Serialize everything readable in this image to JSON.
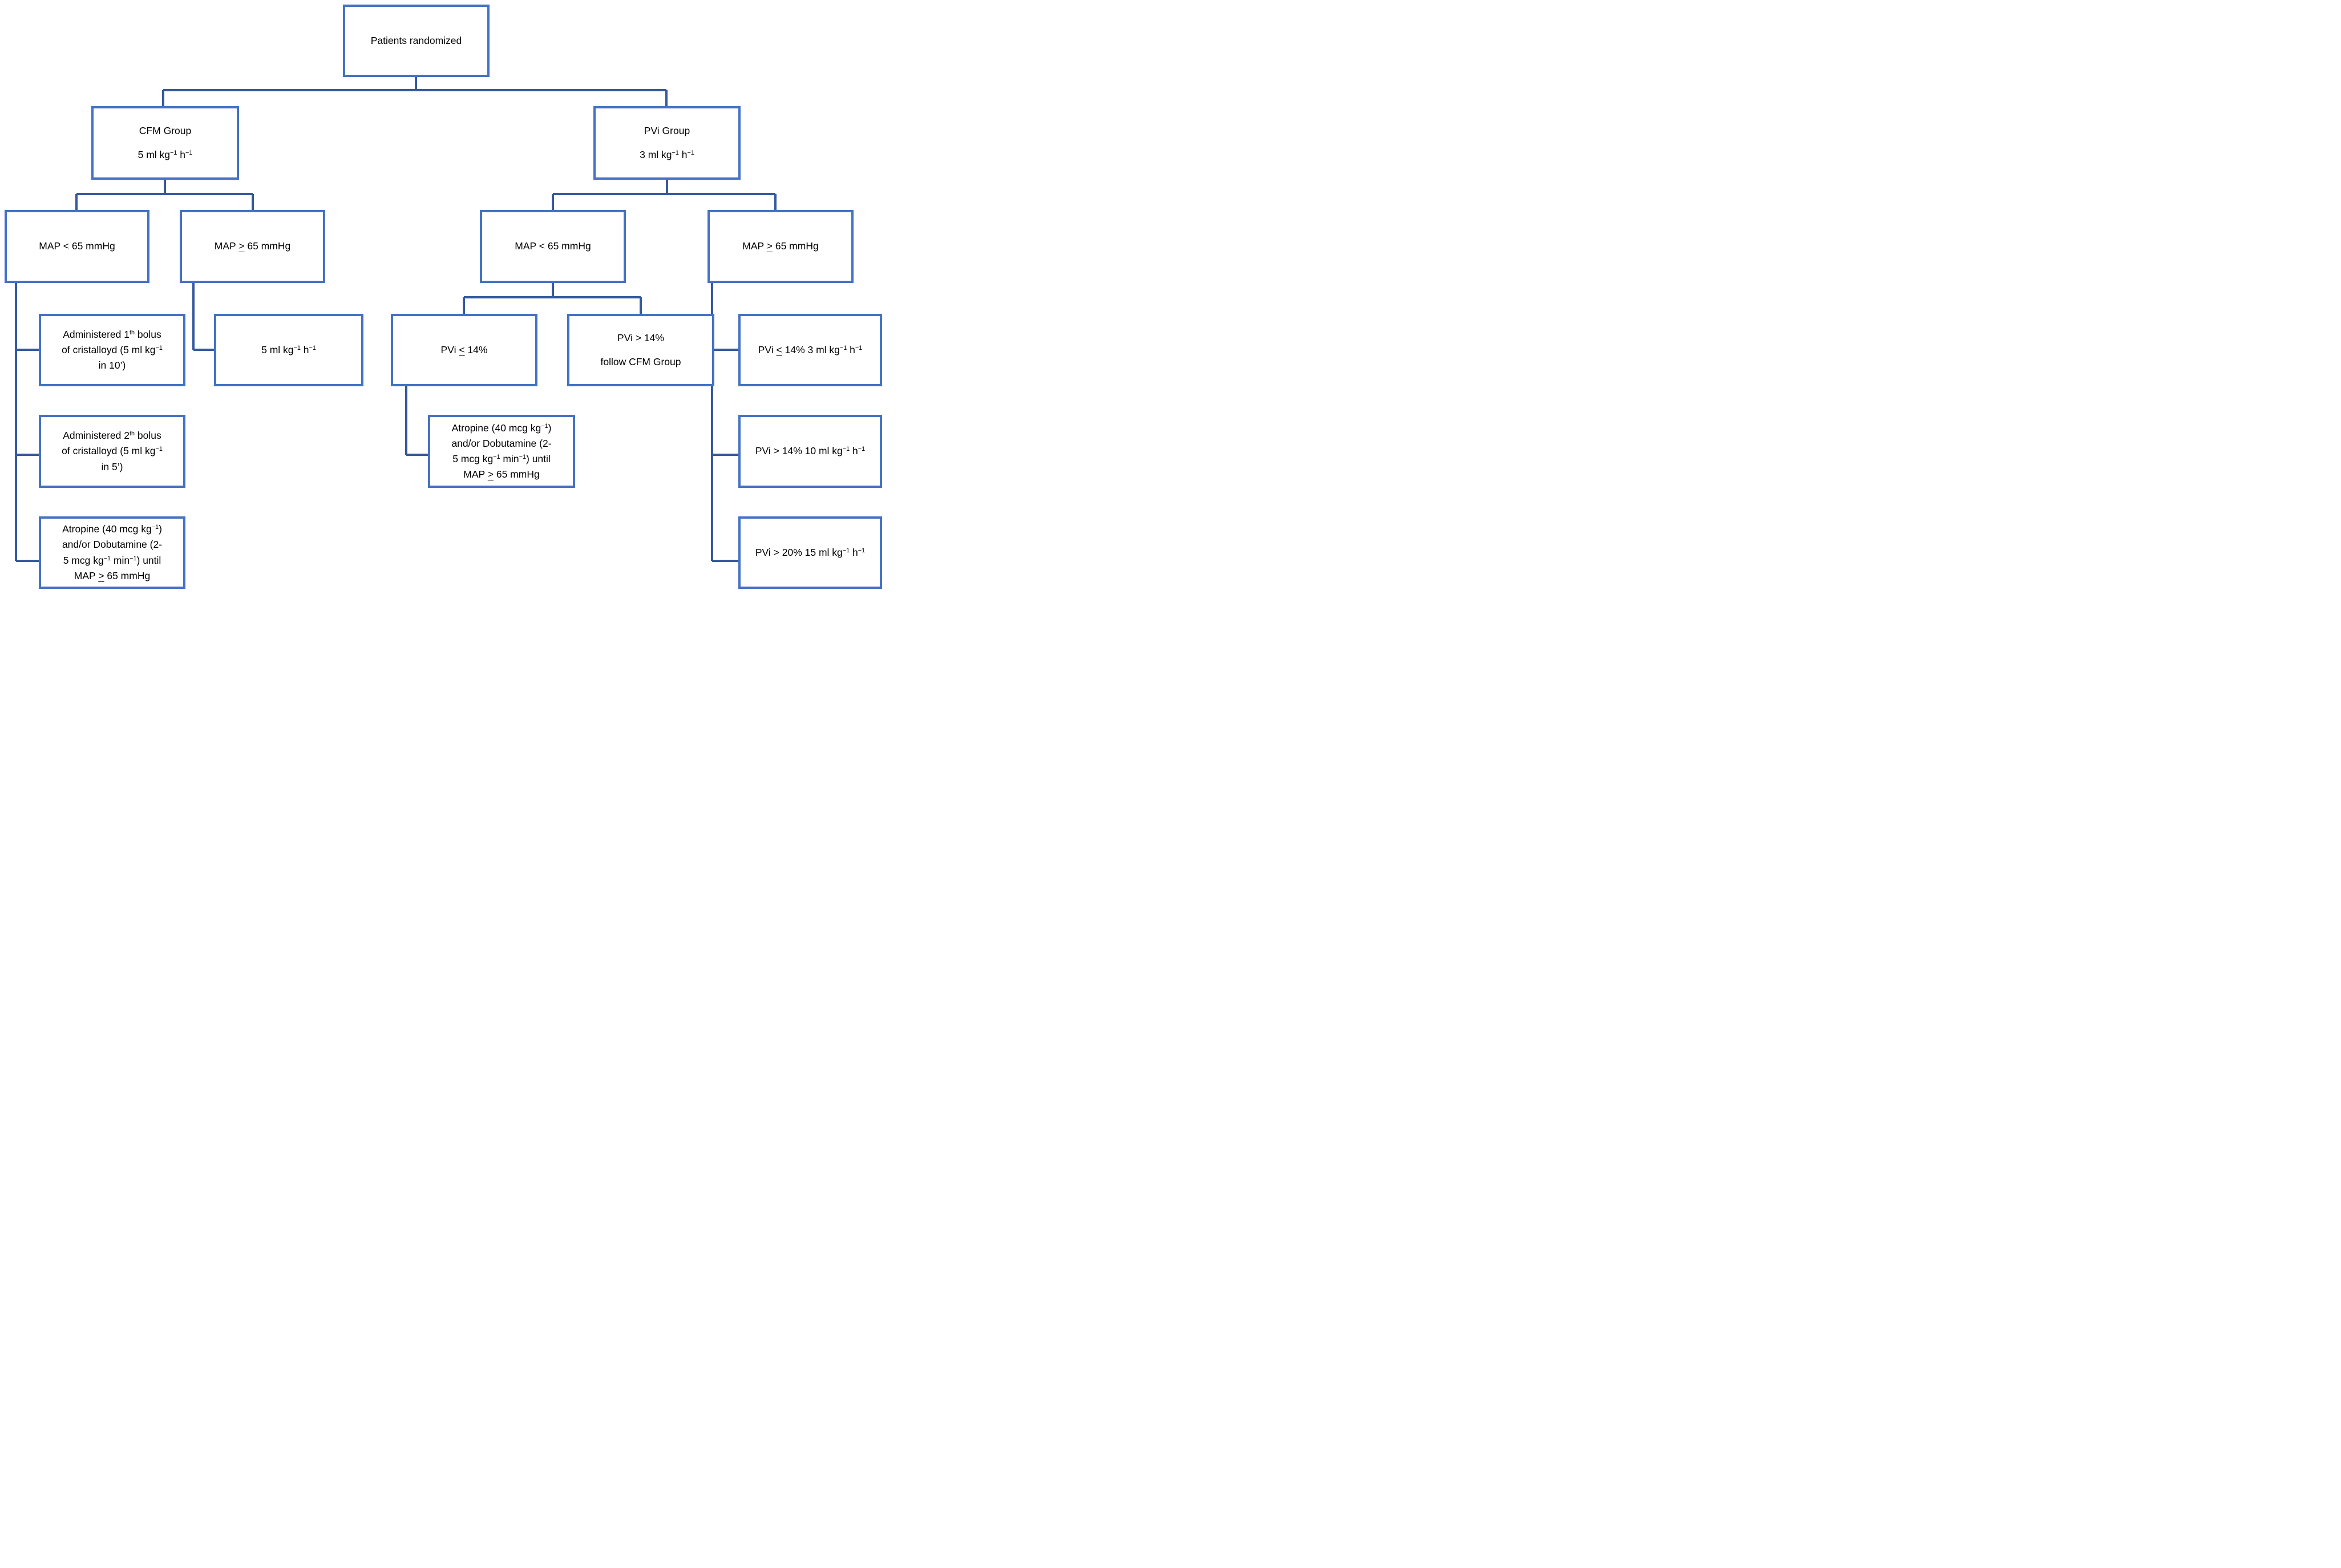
{
  "colors": {
    "box_border": "#4472c4",
    "connector": "#35599e",
    "text": "#000000",
    "background": "#ffffff"
  },
  "nodes": [
    {
      "id": "patients-randomized",
      "lines": [
        [
          {
            "t": "Patients randomized"
          }
        ]
      ]
    },
    {
      "id": "cfm-group",
      "spread": true,
      "lines": [
        [
          {
            "t": "CFM Group"
          }
        ],
        [
          {
            "t": "5 ml kg"
          },
          {
            "t": "−1",
            "sup": true
          },
          {
            "t": " h"
          },
          {
            "t": "−1",
            "sup": true
          }
        ]
      ]
    },
    {
      "id": "pvi-group",
      "spread": true,
      "lines": [
        [
          {
            "t": "PVi Group"
          }
        ],
        [
          {
            "t": "3 ml kg"
          },
          {
            "t": "−1",
            "sup": true
          },
          {
            "t": " h"
          },
          {
            "t": "−1",
            "sup": true
          }
        ]
      ]
    },
    {
      "id": "cfm-map-below-65",
      "lines": [
        [
          {
            "t": "MAP < 65 mmHg"
          }
        ]
      ]
    },
    {
      "id": "cfm-map-above-65",
      "lines": [
        [
          {
            "t": "MAP "
          },
          {
            "t": ">",
            "u": true
          },
          {
            "t": " 65 mmHg"
          }
        ]
      ]
    },
    {
      "id": "first-bolus",
      "lines": [
        [
          {
            "t": "Administered 1"
          },
          {
            "t": "th",
            "sup": true
          },
          {
            "t": " bolus"
          }
        ],
        [
          {
            "t": "of cristalloyd (5 ml kg"
          },
          {
            "t": "−1",
            "sup": true
          }
        ],
        [
          {
            "t": "in 10’)"
          }
        ]
      ]
    },
    {
      "id": "maintain-5ml",
      "lines": [
        [
          {
            "t": "5 ml kg"
          },
          {
            "t": "−1",
            "sup": true
          },
          {
            "t": " h"
          },
          {
            "t": "−1",
            "sup": true
          }
        ]
      ]
    },
    {
      "id": "second-bolus",
      "lines": [
        [
          {
            "t": "Administered 2"
          },
          {
            "t": "th",
            "sup": true
          },
          {
            "t": " bolus"
          }
        ],
        [
          {
            "t": "of cristalloyd (5 ml kg"
          },
          {
            "t": "−1",
            "sup": true
          }
        ],
        [
          {
            "t": "in 5’)"
          }
        ]
      ]
    },
    {
      "id": "atropine-cfm",
      "lines": [
        [
          {
            "t": "Atropine (40 mcg kg"
          },
          {
            "t": "−1",
            "sup": true
          },
          {
            "t": ")"
          }
        ],
        [
          {
            "t": "and/or Dobutamine (2-"
          }
        ],
        [
          {
            "t": "5 mcg kg"
          },
          {
            "t": "−1",
            "sup": true
          },
          {
            "t": " min"
          },
          {
            "t": "−1",
            "sup": true
          },
          {
            "t": ") until"
          }
        ],
        [
          {
            "t": "MAP "
          },
          {
            "t": ">",
            "u": true
          },
          {
            "t": " 65 mmHg"
          }
        ]
      ]
    },
    {
      "id": "pvi-map-below-65",
      "lines": [
        [
          {
            "t": "MAP < 65 mmHg"
          }
        ]
      ]
    },
    {
      "id": "pvi-map-above-65",
      "lines": [
        [
          {
            "t": "MAP "
          },
          {
            "t": ">",
            "u": true
          },
          {
            "t": " 65 mmHg"
          }
        ]
      ]
    },
    {
      "id": "pvi-below-14",
      "lines": [
        [
          {
            "t": "PVi "
          },
          {
            "t": "<",
            "u": true
          },
          {
            "t": " 14%"
          }
        ]
      ]
    },
    {
      "id": "pvi-above-14-follow",
      "spread": true,
      "lines": [
        [
          {
            "t": "PVi > 14%"
          }
        ],
        [
          {
            "t": "follow CFM Group"
          }
        ]
      ]
    },
    {
      "id": "atropine-pvi",
      "lines": [
        [
          {
            "t": "Atropine (40 mcg kg"
          },
          {
            "t": "−1",
            "sup": true
          },
          {
            "t": ")"
          }
        ],
        [
          {
            "t": "and/or Dobutamine (2-"
          }
        ],
        [
          {
            "t": "5 mcg kg"
          },
          {
            "t": "−1",
            "sup": true
          },
          {
            "t": " min"
          },
          {
            "t": "−1",
            "sup": true
          },
          {
            "t": ") until"
          }
        ],
        [
          {
            "t": "MAP "
          },
          {
            "t": ">",
            "u": true
          },
          {
            "t": " 65 mmHg"
          }
        ]
      ]
    },
    {
      "id": "pvi-le14-3ml",
      "lines": [
        [
          {
            "t": "PVi "
          },
          {
            "t": "<",
            "u": true
          },
          {
            "t": " 14% 3 ml kg"
          },
          {
            "t": "−1",
            "sup": true
          },
          {
            "t": " h"
          },
          {
            "t": "−1",
            "sup": true
          }
        ]
      ]
    },
    {
      "id": "pvi-gt14-10ml",
      "lines": [
        [
          {
            "t": "PVi > 14% 10 ml kg"
          },
          {
            "t": "−1",
            "sup": true
          },
          {
            "t": " h"
          },
          {
            "t": "−1",
            "sup": true
          }
        ]
      ]
    },
    {
      "id": "pvi-gt20-15ml",
      "lines": [
        [
          {
            "t": "PVi > 20% 15 ml kg"
          },
          {
            "t": "−1",
            "sup": true
          },
          {
            "t": " h"
          },
          {
            "t": "−1",
            "sup": true
          }
        ]
      ]
    }
  ]
}
